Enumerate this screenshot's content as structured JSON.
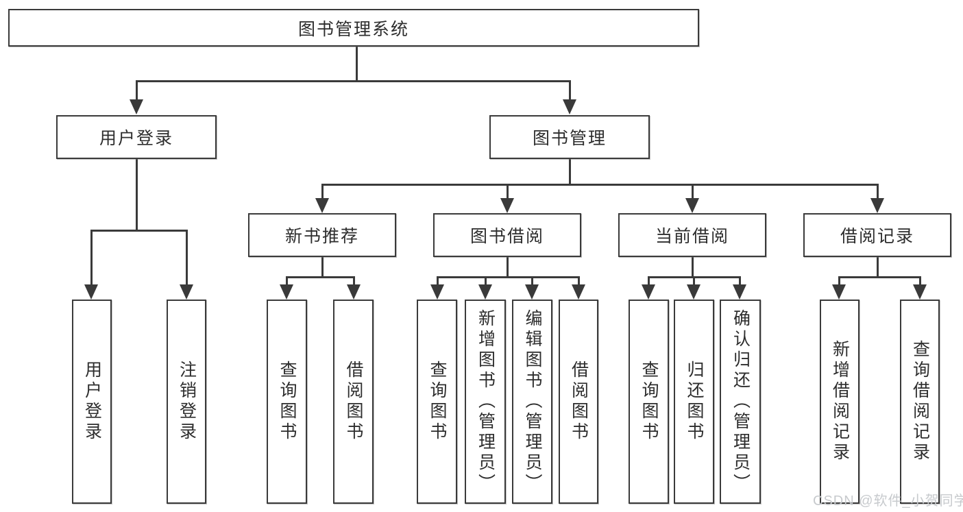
{
  "tree": {
    "root": {
      "label": "图书管理系统",
      "children": [
        {
          "label": "用户登录",
          "children": [
            {
              "label": "用户登录"
            },
            {
              "label": "注销登录"
            }
          ]
        },
        {
          "label": "图书管理",
          "children": [
            {
              "label": "新书推荐",
              "children": [
                {
                  "label": "查询图书"
                },
                {
                  "label": "借阅图书"
                }
              ]
            },
            {
              "label": "图书借阅",
              "children": [
                {
                  "label": "查询图书"
                },
                {
                  "label": "新增图书（管理员）"
                },
                {
                  "label": "编辑图书（管理员）"
                },
                {
                  "label": "借阅图书"
                }
              ]
            },
            {
              "label": "当前借阅",
              "children": [
                {
                  "label": "查询图书"
                },
                {
                  "label": "归还图书"
                },
                {
                  "label": "确认归还（管理员）"
                }
              ]
            },
            {
              "label": "借阅记录",
              "children": [
                {
                  "label": "新增借阅记录"
                },
                {
                  "label": "查询借阅记录"
                }
              ]
            }
          ]
        }
      ]
    }
  },
  "watermark": {
    "text": "CSDN @软件_小贺同学"
  },
  "colors": {
    "line": "#3a3a3a",
    "text": "#2d2d2d",
    "background": "#ffffff",
    "watermark": "#c7cacd"
  }
}
